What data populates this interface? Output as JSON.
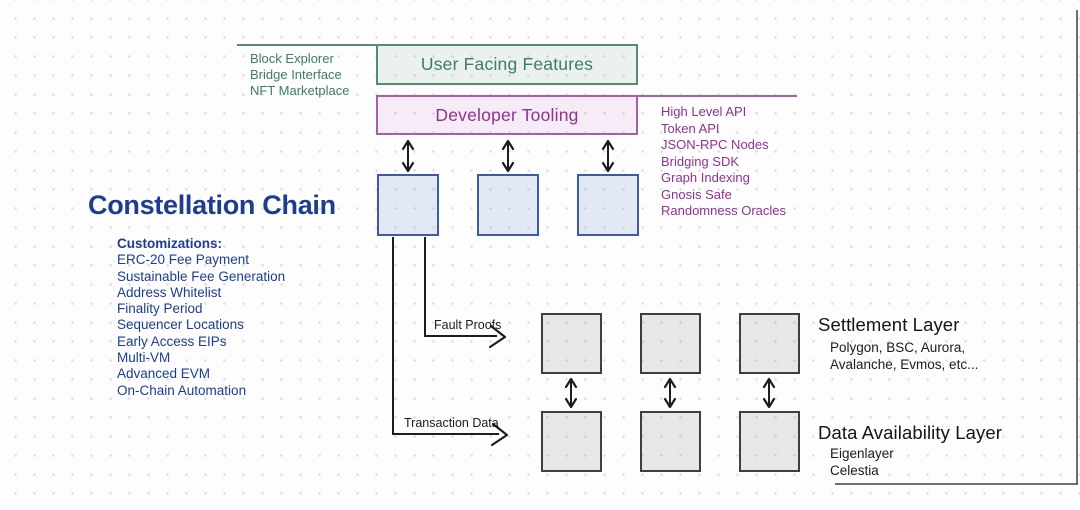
{
  "colors": {
    "accent-green": "#578b71",
    "text-green": "#3e7d5f",
    "accent-purple": "#a75fa7",
    "text-purple": "#8f3390",
    "accent-blue": "#3d5ba0",
    "text-navy": "#1e3d8f",
    "gray-border": "#3f3f41",
    "ink": "#1d1d1f",
    "dot": "#dededf"
  },
  "user_facing": {
    "box_label": "User Facing Features",
    "items": [
      "Block Explorer",
      "Bridge Interface",
      "NFT Marketplace"
    ]
  },
  "developer_tooling": {
    "box_label": "Developer Tooling",
    "items": [
      "High Level API",
      "Token API",
      "JSON-RPC Nodes",
      "Bridging SDK",
      "Graph Indexing",
      "Gnosis Safe",
      "Randomness Oracles"
    ]
  },
  "chain": {
    "title": "Constellation Chain",
    "customizations_heading": "Customizations:",
    "customizations": [
      "ERC-20 Fee Payment",
      "Sustainable Fee Generation",
      "Address Whitelist",
      "Finality Period",
      "Sequencer Locations",
      "Early Access EIPs",
      "Multi-VM",
      "Advanced EVM",
      "On-Chain Automation"
    ]
  },
  "connectors": {
    "fault_proofs_label": "Fault Proofs",
    "transaction_data_label": "Transaction Data"
  },
  "settlement": {
    "title": "Settlement Layer",
    "lines": [
      "Polygon, BSC, Aurora,",
      "Avalanche, Evmos, etc..."
    ]
  },
  "data_availability": {
    "title": "Data Availability Layer",
    "lines": [
      "Eigenlayer",
      "Celestia"
    ]
  }
}
